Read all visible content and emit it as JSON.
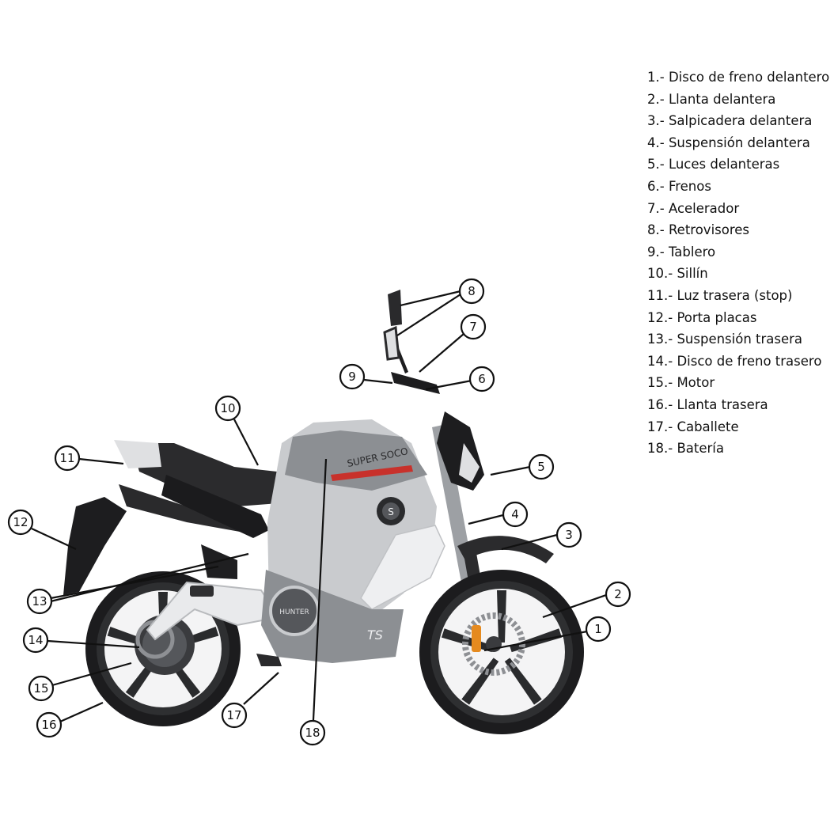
{
  "callouts": [
    "1",
    "2",
    "3",
    "4",
    "5",
    "6",
    "7",
    "8",
    "9",
    "10",
    "11",
    "12",
    "13",
    "14",
    "15",
    "16",
    "17",
    "18"
  ],
  "legend": [
    "1.- Disco de freno delantero",
    "2.- Llanta delantera",
    "3.- Salpicadera delantera",
    "4.- Suspensión delantera",
    "5.- Luces delanteras",
    "6.- Frenos",
    "7.- Acelerador",
    "8.- Retrovisores",
    "9.- Tablero",
    "10.- Sillín",
    "11.- Luz trasera (stop)",
    "12.- Porta placas",
    "13.- Suspensión trasera",
    "14.- Disco de freno trasero",
    "15.- Motor",
    "16.- Llanta trasera",
    "17.- Caballete",
    "18.- Batería"
  ],
  "bike_text": {
    "tank_brand": "SUPER SOCO",
    "side_badge": "TS",
    "motor_badge": "HUNTER",
    "hub_logo": "S"
  },
  "colors": {
    "body_gray": "#8c8f93",
    "body_light": "#c9cbce",
    "panel_white": "#eeeff1",
    "seat": "#2b2b2d",
    "tire": "#1c1c1e",
    "accent_red": "#c8312b",
    "accent_orange": "#e58a1f"
  }
}
